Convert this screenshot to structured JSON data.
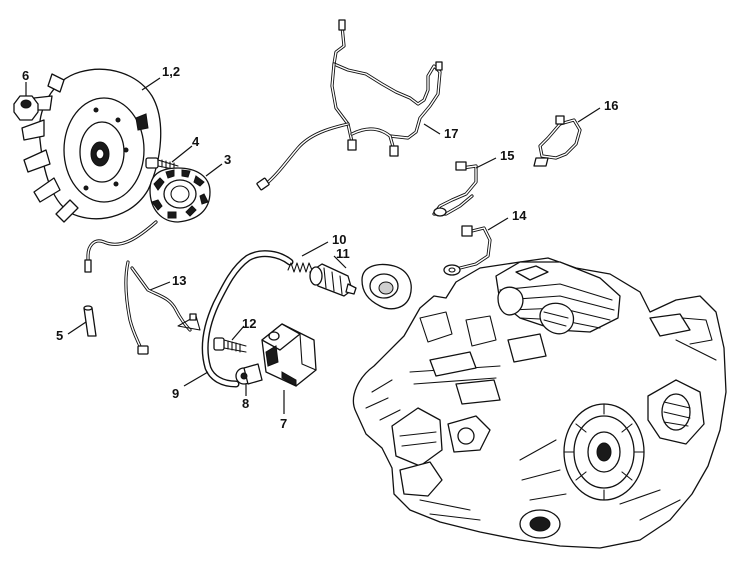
{
  "callouts": [
    {
      "id": "c-1-2",
      "label": "1,2"
    },
    {
      "id": "c-3",
      "label": "3"
    },
    {
      "id": "c-4",
      "label": "4"
    },
    {
      "id": "c-5",
      "label": "5"
    },
    {
      "id": "c-6",
      "label": "6"
    },
    {
      "id": "c-7",
      "label": "7"
    },
    {
      "id": "c-8",
      "label": "8"
    },
    {
      "id": "c-9",
      "label": "9"
    },
    {
      "id": "c-10",
      "label": "10"
    },
    {
      "id": "c-11",
      "label": "11"
    },
    {
      "id": "c-12",
      "label": "12"
    },
    {
      "id": "c-13",
      "label": "13"
    },
    {
      "id": "c-14",
      "label": "14"
    },
    {
      "id": "c-15",
      "label": "15"
    },
    {
      "id": "c-16",
      "label": "16"
    },
    {
      "id": "c-17",
      "label": "17"
    }
  ],
  "colors": {
    "line": "#111111",
    "background": "#ffffff"
  }
}
